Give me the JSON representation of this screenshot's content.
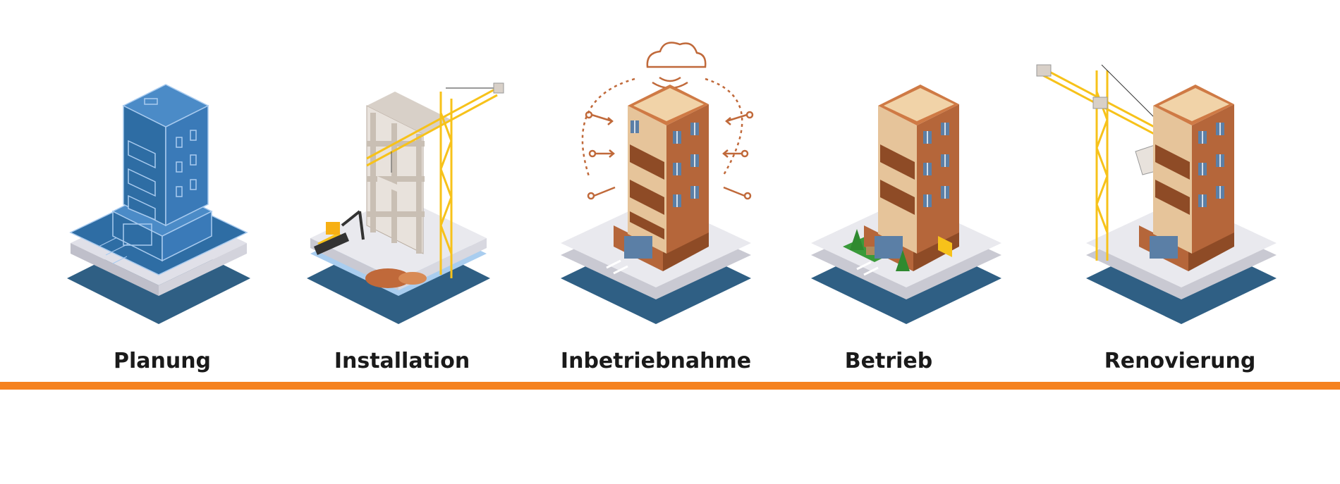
{
  "stages": [
    {
      "label": "Planung"
    },
    {
      "label": "Installation"
    },
    {
      "label": "Inbetriebnahme"
    },
    {
      "label": "Betrieb"
    },
    {
      "label": "Renovierung"
    }
  ],
  "colors": {
    "timeline": "#f5821f",
    "blueprint": "#2e6da4",
    "blueprint_line": "#a9cbef",
    "brick": "#b5663a",
    "brick_dark": "#8e4b26",
    "brick_light": "#cf7a45",
    "beige": "#e6c49a",
    "beige_dark": "#c9a176",
    "concrete": "#d8d0c8",
    "crane": "#f7c21a",
    "platform_top": "#e9e9ee",
    "platform_side": "#c9c9d2",
    "platform_base": "#2f5f84",
    "cloud_connect": "#c0693a",
    "tree": "#3a9a3a"
  }
}
